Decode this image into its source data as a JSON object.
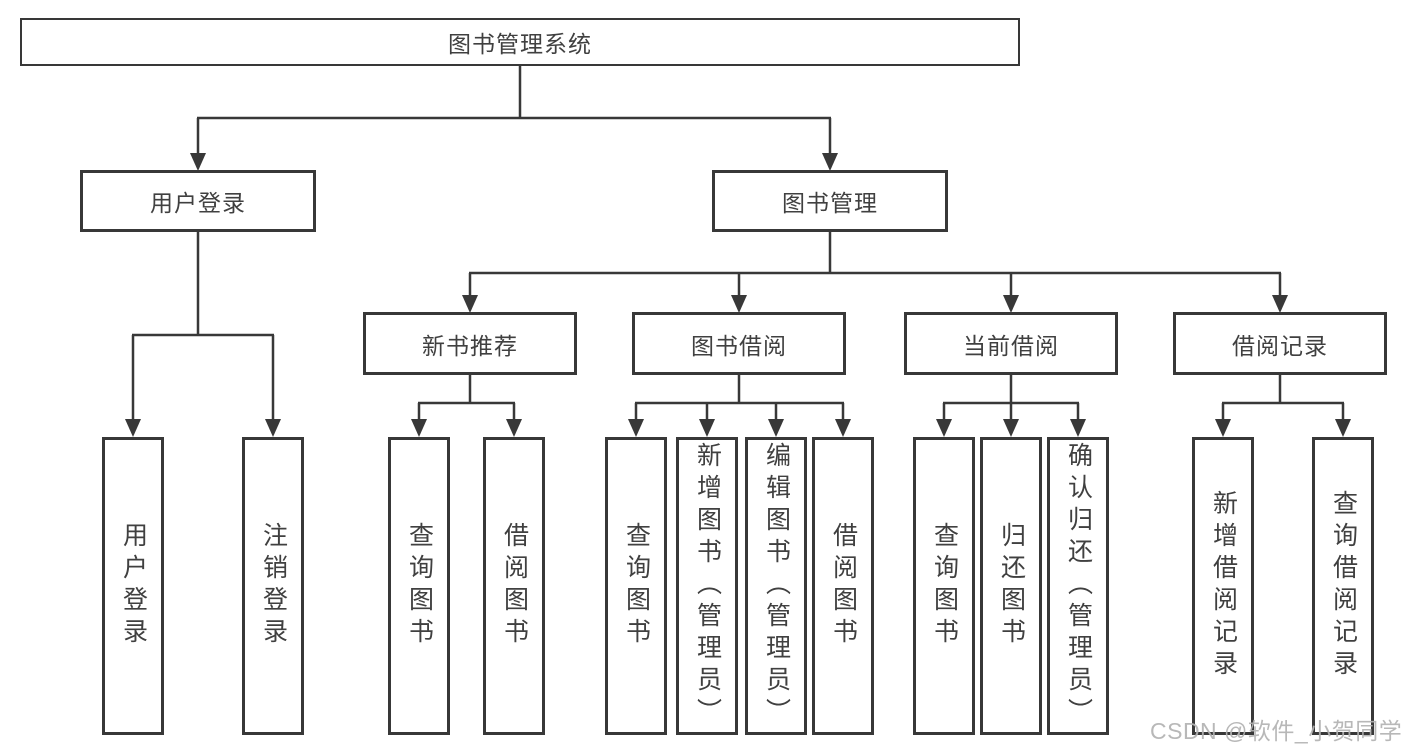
{
  "diagram": {
    "type": "hierarchy-flowchart",
    "nodes": {
      "root": "图书管理系统",
      "user_login": "用户登录",
      "book_mgmt": "图书管理",
      "new_book_rec": "新书推荐",
      "book_borrow": "图书借阅",
      "current_borrow": "当前借阅",
      "borrow_records": "借阅记录",
      "ul_user_login": "用户登录",
      "ul_logout": "注销登录",
      "nr_query_book": "查询图书",
      "nr_borrow_book": "借阅图书",
      "bb_query_book": "查询图书",
      "bb_add_book": "新增图书（管理员）",
      "bb_edit_book": "编辑图书（管理员）",
      "bb_borrow_book": "借阅图书",
      "cb_query_book": "查询图书",
      "cb_return_book": "归还图书",
      "cb_confirm_return": "确认归还（管理员）",
      "br_add_record": "新增借阅记录",
      "br_query_record": "查询借阅记录"
    },
    "hierarchy": {
      "图书管理系统": {
        "用户登录": [
          "用户登录",
          "注销登录"
        ],
        "图书管理": {
          "新书推荐": [
            "查询图书",
            "借阅图书"
          ],
          "图书借阅": [
            "查询图书",
            "新增图书（管理员）",
            "编辑图书（管理员）",
            "借阅图书"
          ],
          "当前借阅": [
            "查询图书",
            "归还图书",
            "确认归还（管理员）"
          ],
          "借阅记录": [
            "新增借阅记录",
            "查询借阅记录"
          ]
        }
      }
    },
    "colors": {
      "line": "#383838",
      "box_border": "#383838",
      "text": "#404040",
      "background": "#ffffff",
      "watermark": "#b2b2b2"
    }
  },
  "watermark": {
    "text": "CSDN @软件_小贺同学"
  }
}
